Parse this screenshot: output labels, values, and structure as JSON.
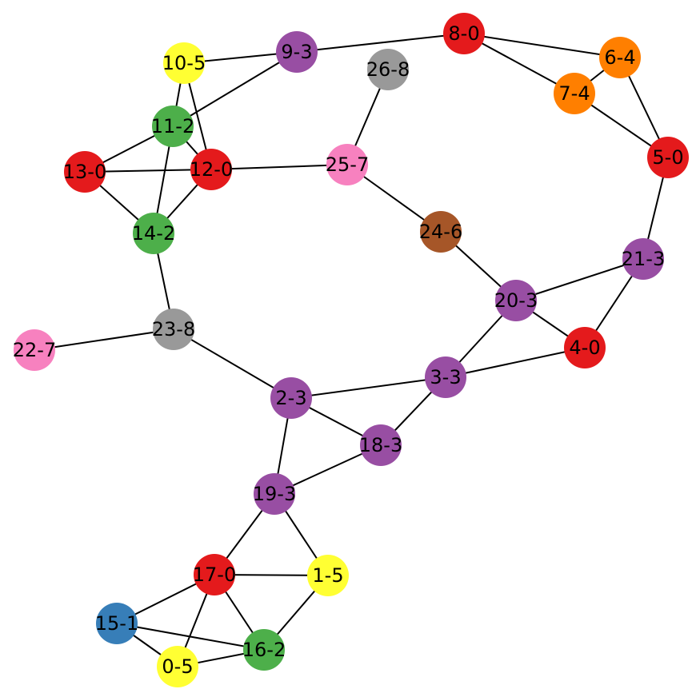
{
  "graph": {
    "nodes": [
      {
        "id": "0",
        "label": "0-5",
        "color": "#ffff33"
      },
      {
        "id": "1",
        "label": "1-5",
        "color": "#ffff33"
      },
      {
        "id": "2",
        "label": "2-3",
        "color": "#984ea3"
      },
      {
        "id": "3",
        "label": "3-3",
        "color": "#984ea3"
      },
      {
        "id": "4",
        "label": "4-0",
        "color": "#e41a1c"
      },
      {
        "id": "5",
        "label": "5-0",
        "color": "#e41a1c"
      },
      {
        "id": "6",
        "label": "6-4",
        "color": "#ff7f00"
      },
      {
        "id": "7",
        "label": "7-4",
        "color": "#ff7f00"
      },
      {
        "id": "8",
        "label": "8-0",
        "color": "#e41a1c"
      },
      {
        "id": "9",
        "label": "9-3",
        "color": "#984ea3"
      },
      {
        "id": "10",
        "label": "10-5",
        "color": "#ffff33"
      },
      {
        "id": "11",
        "label": "11-2",
        "color": "#4daf4a"
      },
      {
        "id": "12",
        "label": "12-0",
        "color": "#e41a1c"
      },
      {
        "id": "13",
        "label": "13-0",
        "color": "#e41a1c"
      },
      {
        "id": "14",
        "label": "14-2",
        "color": "#4daf4a"
      },
      {
        "id": "15",
        "label": "15-1",
        "color": "#377eb8"
      },
      {
        "id": "16",
        "label": "16-2",
        "color": "#4daf4a"
      },
      {
        "id": "17",
        "label": "17-0",
        "color": "#e41a1c"
      },
      {
        "id": "18",
        "label": "18-3",
        "color": "#984ea3"
      },
      {
        "id": "19",
        "label": "19-3",
        "color": "#984ea3"
      },
      {
        "id": "20",
        "label": "20-3",
        "color": "#984ea3"
      },
      {
        "id": "21",
        "label": "21-3",
        "color": "#984ea3"
      },
      {
        "id": "22",
        "label": "22-7",
        "color": "#f781bf"
      },
      {
        "id": "23",
        "label": "23-8",
        "color": "#999999"
      },
      {
        "id": "24",
        "label": "24-6",
        "color": "#a65628"
      },
      {
        "id": "25",
        "label": "25-7",
        "color": "#f781bf"
      },
      {
        "id": "26",
        "label": "26-8",
        "color": "#999999"
      }
    ],
    "edges": [
      [
        "8",
        "9"
      ],
      [
        "8",
        "6"
      ],
      [
        "8",
        "7"
      ],
      [
        "6",
        "7"
      ],
      [
        "6",
        "5"
      ],
      [
        "7",
        "5"
      ],
      [
        "5",
        "21"
      ],
      [
        "21",
        "20"
      ],
      [
        "21",
        "4"
      ],
      [
        "20",
        "4"
      ],
      [
        "20",
        "24"
      ],
      [
        "20",
        "3"
      ],
      [
        "4",
        "3"
      ],
      [
        "24",
        "25"
      ],
      [
        "25",
        "26"
      ],
      [
        "25",
        "12"
      ],
      [
        "10",
        "9"
      ],
      [
        "10",
        "11"
      ],
      [
        "10",
        "12"
      ],
      [
        "9",
        "11"
      ],
      [
        "11",
        "13"
      ],
      [
        "11",
        "12"
      ],
      [
        "11",
        "14"
      ],
      [
        "13",
        "12"
      ],
      [
        "13",
        "14"
      ],
      [
        "12",
        "14"
      ],
      [
        "14",
        "23"
      ],
      [
        "23",
        "22"
      ],
      [
        "23",
        "2"
      ],
      [
        "2",
        "3"
      ],
      [
        "2",
        "18"
      ],
      [
        "2",
        "19"
      ],
      [
        "3",
        "18"
      ],
      [
        "18",
        "19"
      ],
      [
        "19",
        "17"
      ],
      [
        "19",
        "1"
      ],
      [
        "17",
        "1"
      ],
      [
        "17",
        "15"
      ],
      [
        "17",
        "0"
      ],
      [
        "17",
        "16"
      ],
      [
        "1",
        "16"
      ],
      [
        "15",
        "16"
      ],
      [
        "15",
        "0"
      ],
      [
        "0",
        "16"
      ]
    ]
  }
}
